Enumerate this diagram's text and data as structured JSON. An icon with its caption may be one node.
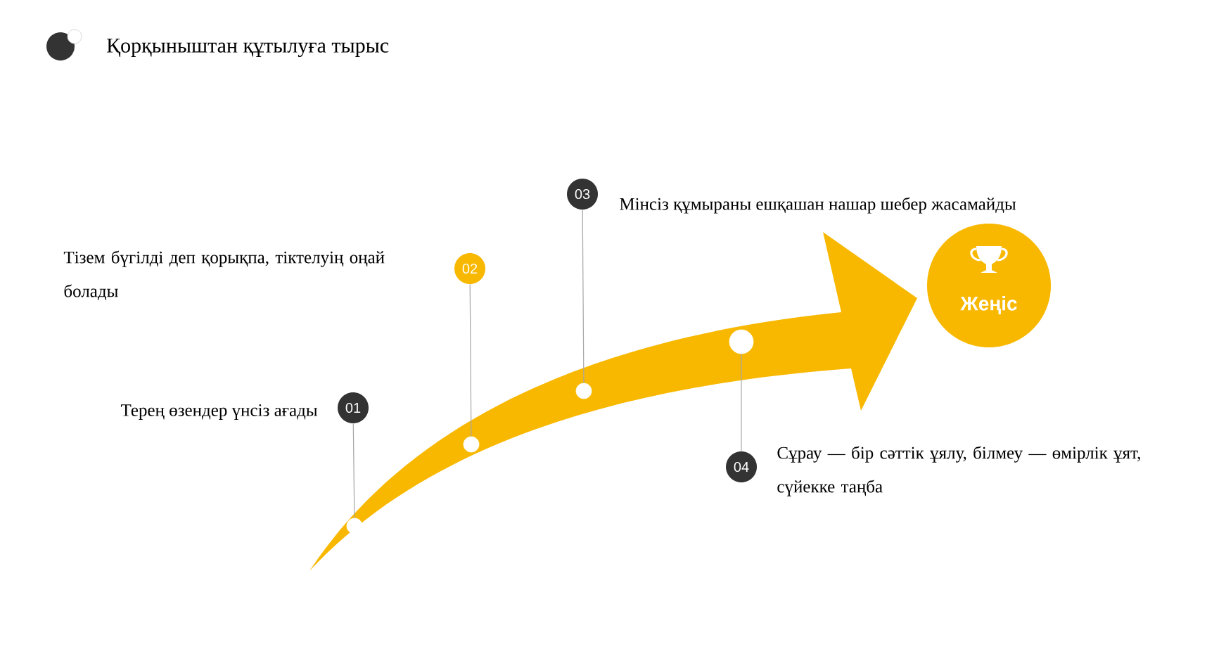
{
  "diagram": {
    "title": "Қорқыныштан құтылуға тырыс",
    "nodes": [
      {
        "text": [
          "01"
        ]
      },
      {
        "text": [],
        "shape": "circle"
      },
      {
        "text": [
          "02"
        ]
      },
      {
        "text": [],
        "shape": "circle"
      },
      {
        "text": [
          "03"
        ]
      },
      {
        "text": [],
        "shape": "circle"
      },
      {
        "text": [
          "04"
        ]
      },
      {
        "text": [],
        "shape": "circle"
      },
      {
        "text": [
          "Жеңіс"
        ]
      }
    ],
    "edges": [
      {
        "from": 0,
        "to": 1,
        "arrow": "none"
      },
      {
        "from": 2,
        "to": 3,
        "arrow": "none"
      },
      {
        "from": 4,
        "to": 5,
        "arrow": "none"
      },
      {
        "from": 6,
        "to": 7,
        "arrow": "none"
      }
    ],
    "labels": [
      "Тізем бүгілді деп қорықпа, тіктелуің оңай болады",
      "Мінсіз құмыраны ешқашан нашар шебер жасамайды",
      "Терең өзендер үнсіз ағады",
      "Сұрау — бір сәттік ұялу, білмеу — өмірлік ұят, сүйекке таңба"
    ]
  }
}
